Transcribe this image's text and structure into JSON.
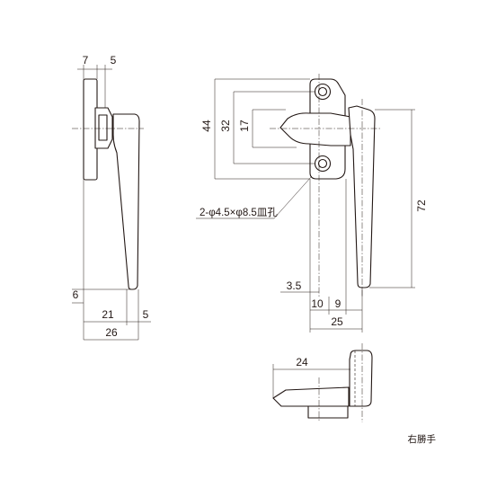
{
  "drawing": {
    "subject": "window crescent lock lever handle",
    "hand_label": "右勝手",
    "hole_callout": "2-φ4.5×φ8.5皿孔"
  },
  "dimensions": {
    "side_view": {
      "top_left": "7",
      "top_right": "5",
      "bottom_offset": "6",
      "lever_depth": "21",
      "lever_tip": "5",
      "overall_depth": "26"
    },
    "front_view": {
      "base_height": "44",
      "hole_pitch": "32",
      "knob_height": "17",
      "lever_length": "72",
      "hole_offset": "3.5",
      "width_left": "10",
      "width_right": "9",
      "overall_width": "25"
    },
    "bottom_view": {
      "knob_length": "24"
    }
  }
}
